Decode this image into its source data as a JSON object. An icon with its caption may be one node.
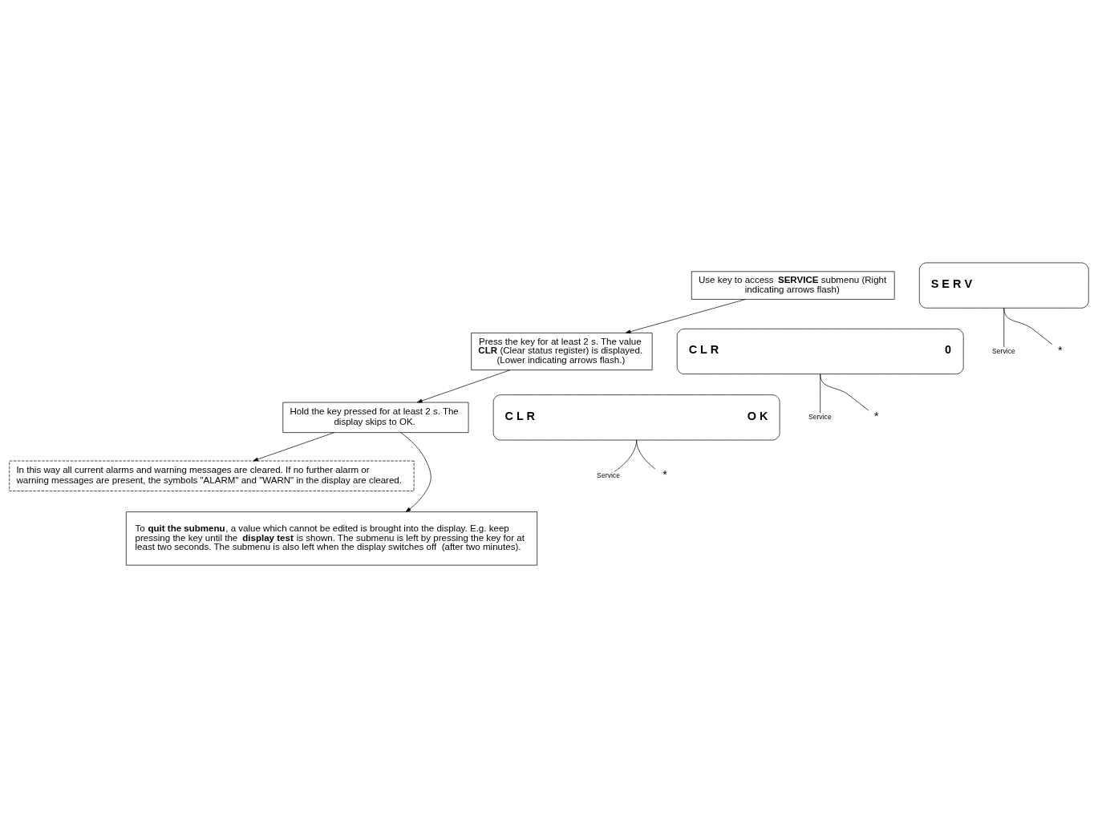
{
  "diagram": {
    "nodes": [
      {
        "text": [
          "Use key to access **SERVICE** submenu (Right indicating arrows flash)"
        ]
      },
      {
        "text": [
          "S E R V"
        ]
      },
      {
        "text": [
          "Press the key for at least 2 s. The value **CLR** (Clear status register) is displayed. (Lower indicating arrows flash.)"
        ]
      },
      {
        "text": [
          "C L R",
          "0"
        ]
      },
      {
        "text": [
          "Hold the key pressed for at least 2 s. The display skips to OK."
        ]
      },
      {
        "text": [
          "C L R",
          "O K"
        ]
      },
      {
        "text": [
          "In this way all current alarms and warning messages are cleared. If no further alarm or warning messages are present, the symbols \"ALARM\" and \"WARN\" in the display are cleared."
        ]
      },
      {
        "text": [
          "To **quit the submenu**, a value which cannot be edited is brought into the display. E.g. keep pressing the key until the **display test** is shown. The submenu is left by pressing the key for at least two seconds. The submenu is also left when the display switches off  (after two minutes)."
        ]
      },
      {
        "text": [
          "Service"
        ]
      },
      {
        "text": [
          "*"
        ]
      },
      {
        "text": [
          "Service"
        ]
      },
      {
        "text": [
          "*"
        ]
      },
      {
        "text": [
          "Service"
        ]
      },
      {
        "text": [
          "*"
        ]
      }
    ],
    "edges": [
      {
        "from": 0,
        "to": 2,
        "arrow": "to"
      },
      {
        "from": 2,
        "to": 4,
        "arrow": "to"
      },
      {
        "from": 4,
        "to": 6,
        "arrow": "to"
      },
      {
        "from": 4,
        "to": 7,
        "arrow": "to"
      },
      {
        "from": 8,
        "to": 1,
        "arrow": "none"
      },
      {
        "from": 9,
        "to": 1,
        "arrow": "none"
      },
      {
        "from": 10,
        "to": 3,
        "arrow": "none"
      },
      {
        "from": 11,
        "to": 3,
        "arrow": "none"
      },
      {
        "from": 12,
        "to": 5,
        "arrow": "none"
      },
      {
        "from": 13,
        "to": 5,
        "arrow": "none"
      }
    ]
  }
}
